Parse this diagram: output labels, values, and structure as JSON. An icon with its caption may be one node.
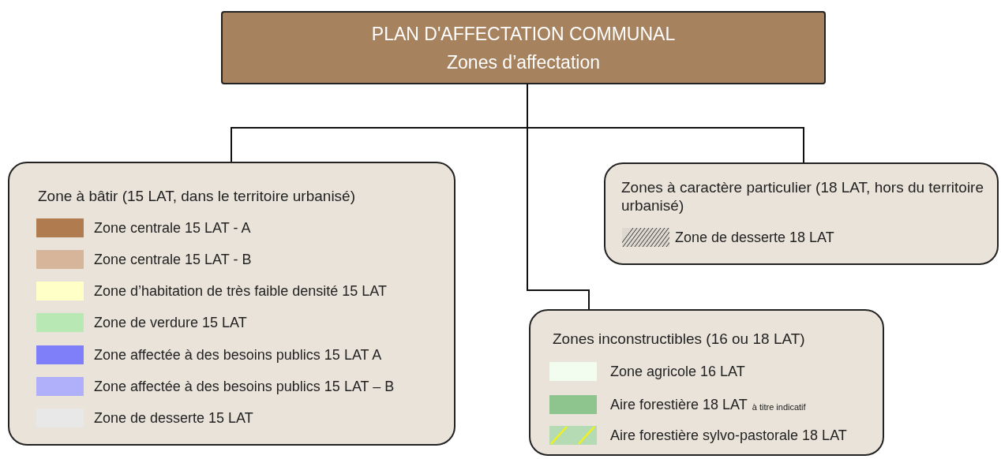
{
  "diagram": {
    "nodes": [
      {
        "text": [
          "PLAN D'AFFECTATION COMMUNAL",
          "Zones d’affectation"
        ]
      },
      {
        "text": [
          "Zone à bâtir (15 LAT, dans le territoire urbanisé)"
        ]
      },
      {
        "text": [
          "Zones à caractère particulier (18 LAT, hors du territoire urbanisé)"
        ]
      },
      {
        "text": [
          "Zones inconstructibles (16 ou 18 LAT)"
        ]
      }
    ],
    "edges": [
      {
        "from": 0,
        "to": 1,
        "arrow": "none"
      },
      {
        "from": 0,
        "to": 2,
        "arrow": "none"
      },
      {
        "from": 0,
        "to": 3,
        "arrow": "none"
      }
    ],
    "labels": [
      "à titre indicatif"
    ],
    "legend": [
      {
        "text": "Zone centrale 15 LAT - A",
        "color": "#b07b4e"
      },
      {
        "text": "Zone centrale 15 LAT - B",
        "color": "#d6b59a"
      },
      {
        "text": "Zone d’habitation de très faible densité 15 LAT",
        "color": "#ffffc8"
      },
      {
        "text": "Zone de verdure 15 LAT",
        "color": "#b8e8b4"
      },
      {
        "text": "Zone affectée à des besoins publics 15 LAT A",
        "color": "#7f7ffa"
      },
      {
        "text": "Zone affectée à des besoins publics 15 LAT – B",
        "color": "#b0b0fa"
      },
      {
        "text": "Zone de desserte 15 LAT",
        "color": "#e8e8e8"
      },
      {
        "text": "Zone de desserte 18 LAT"
      },
      {
        "text": "Zone agricole 16 LAT",
        "color": "#f2fdf0"
      },
      {
        "text": "Aire forestière 18 LAT",
        "color": "#8ec48d"
      },
      {
        "text": "Aire forestière sylvo-pastorale 18 LAT"
      }
    ]
  }
}
